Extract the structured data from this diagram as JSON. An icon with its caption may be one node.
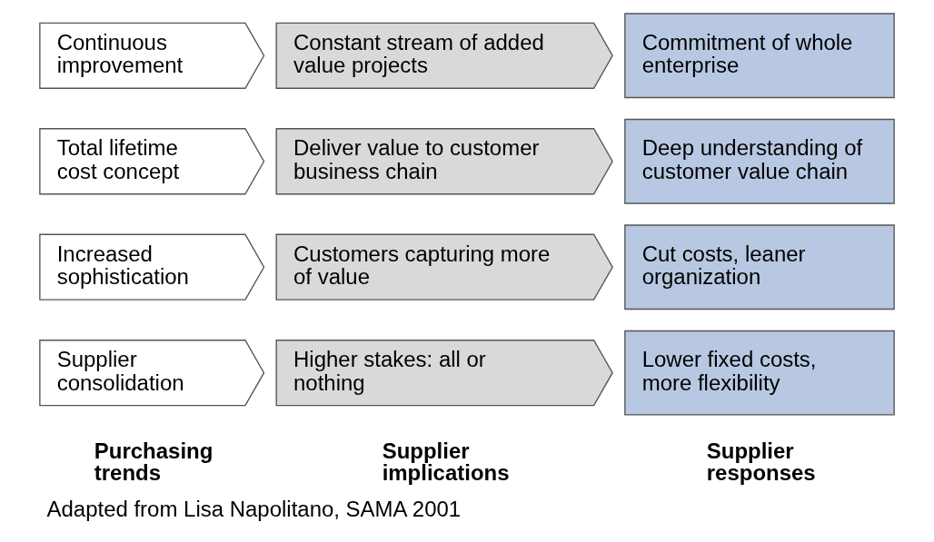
{
  "diagram": {
    "caption": "Adapted from Lisa Napolitano, SAMA 2001",
    "nodes": [
      {
        "text": [
          "Supplier consolidation"
        ]
      },
      {
        "text": [
          "Higher stakes: all or nothing"
        ]
      },
      {
        "text": [
          "Lower fixed costs, more flexibility"
        ]
      },
      {
        "text": [
          "Increased sophistication"
        ]
      },
      {
        "text": [
          "Customers capturing more of value"
        ]
      },
      {
        "text": [
          "Cut costs, leaner organization"
        ]
      },
      {
        "text": [
          "Total lifetime cost concept"
        ]
      },
      {
        "text": [
          "Deliver value to customer business chain"
        ]
      },
      {
        "text": [
          "Deep understanding of customer value chain"
        ]
      },
      {
        "text": [
          "Continuous improvement"
        ]
      },
      {
        "text": [
          "Constant stream of added value projects"
        ]
      },
      {
        "text": [
          "Commitment of whole enterprise"
        ]
      }
    ],
    "labels": [
      "Purchasing trends",
      "Supplier implications",
      "Supplier responses"
    ]
  }
}
